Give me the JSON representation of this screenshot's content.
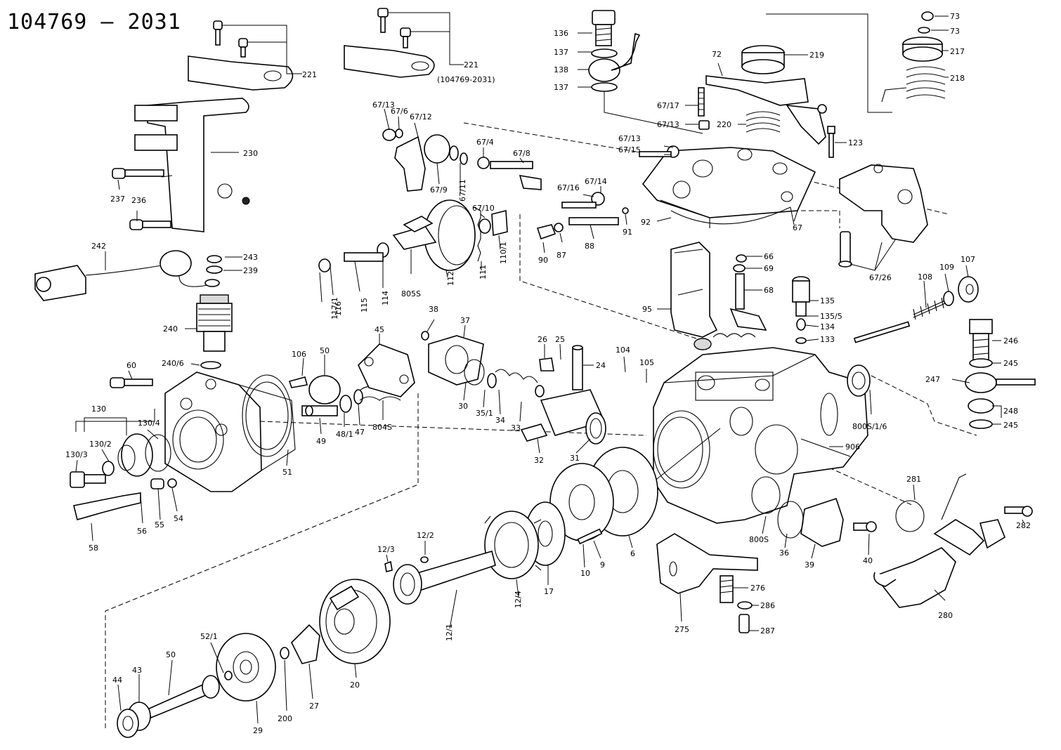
{
  "title": "104769 — 2031",
  "labels": [
    {
      "id": "221a",
      "text": "221"
    },
    {
      "id": "221b",
      "text": "221"
    },
    {
      "id": "sub",
      "text": "(104769-2031)"
    },
    {
      "id": "230",
      "text": "230"
    },
    {
      "id": "237",
      "text": "237"
    },
    {
      "id": "236",
      "text": "236"
    },
    {
      "id": "242",
      "text": "242"
    },
    {
      "id": "243",
      "text": "243"
    },
    {
      "id": "239",
      "text": "239"
    },
    {
      "id": "240",
      "text": "240"
    },
    {
      "id": "240_6",
      "text": "240/6"
    },
    {
      "id": "60",
      "text": "60"
    },
    {
      "id": "130",
      "text": "130"
    },
    {
      "id": "130_4",
      "text": "130/4"
    },
    {
      "id": "130_2",
      "text": "130/2"
    },
    {
      "id": "130_3",
      "text": "130/3"
    },
    {
      "id": "58",
      "text": "58"
    },
    {
      "id": "56",
      "text": "56"
    },
    {
      "id": "55",
      "text": "55"
    },
    {
      "id": "54",
      "text": "54"
    },
    {
      "id": "51",
      "text": "51"
    },
    {
      "id": "106",
      "text": "106"
    },
    {
      "id": "50a",
      "text": "50"
    },
    {
      "id": "45",
      "text": "45"
    },
    {
      "id": "49",
      "text": "49"
    },
    {
      "id": "48_1",
      "text": "48/1"
    },
    {
      "id": "47",
      "text": "47"
    },
    {
      "id": "804S",
      "text": "804S"
    },
    {
      "id": "117_1",
      "text": "117/1"
    },
    {
      "id": "116",
      "text": "116"
    },
    {
      "id": "115",
      "text": "115"
    },
    {
      "id": "114",
      "text": "114"
    },
    {
      "id": "805S",
      "text": "805S"
    },
    {
      "id": "112",
      "text": "112"
    },
    {
      "id": "111",
      "text": "111"
    },
    {
      "id": "110_1",
      "text": "110/1"
    },
    {
      "id": "67_10",
      "text": "67/10"
    },
    {
      "id": "67_13a",
      "text": "67/13"
    },
    {
      "id": "67_6",
      "text": "67/6"
    },
    {
      "id": "67_12",
      "text": "67/12"
    },
    {
      "id": "67_9",
      "text": "67/9"
    },
    {
      "id": "67_11",
      "text": "67/11"
    },
    {
      "id": "67_4",
      "text": "67/4"
    },
    {
      "id": "67_8",
      "text": "67/8"
    },
    {
      "id": "136",
      "text": "136"
    },
    {
      "id": "137a",
      "text": "137"
    },
    {
      "id": "138",
      "text": "138"
    },
    {
      "id": "137b",
      "text": "137"
    },
    {
      "id": "67_17",
      "text": "67/17"
    },
    {
      "id": "67_13b",
      "text": "67/13"
    },
    {
      "id": "67_13c",
      "text": "67/13"
    },
    {
      "id": "67_15",
      "text": "67/15"
    },
    {
      "id": "67_16",
      "text": "67/16"
    },
    {
      "id": "67_14",
      "text": "67/14"
    },
    {
      "id": "90",
      "text": "90"
    },
    {
      "id": "87",
      "text": "87"
    },
    {
      "id": "88",
      "text": "88"
    },
    {
      "id": "91",
      "text": "91"
    },
    {
      "id": "92",
      "text": "92"
    },
    {
      "id": "67",
      "text": "67"
    },
    {
      "id": "72",
      "text": "72"
    },
    {
      "id": "219",
      "text": "219"
    },
    {
      "id": "220",
      "text": "220"
    },
    {
      "id": "123",
      "text": "123"
    },
    {
      "id": "73a",
      "text": "73"
    },
    {
      "id": "73b",
      "text": "73"
    },
    {
      "id": "217",
      "text": "217"
    },
    {
      "id": "218",
      "text": "218"
    },
    {
      "id": "67_26",
      "text": "67/26"
    },
    {
      "id": "66",
      "text": "66"
    },
    {
      "id": "69",
      "text": "69"
    },
    {
      "id": "68",
      "text": "68"
    },
    {
      "id": "95",
      "text": "95"
    },
    {
      "id": "135",
      "text": "135"
    },
    {
      "id": "135_5",
      "text": "135/5"
    },
    {
      "id": "134",
      "text": "134"
    },
    {
      "id": "133",
      "text": "133"
    },
    {
      "id": "108",
      "text": "108"
    },
    {
      "id": "109",
      "text": "109"
    },
    {
      "id": "107",
      "text": "107"
    },
    {
      "id": "246",
      "text": "246"
    },
    {
      "id": "245a",
      "text": "245"
    },
    {
      "id": "247",
      "text": "247"
    },
    {
      "id": "248",
      "text": "248"
    },
    {
      "id": "245b",
      "text": "245"
    },
    {
      "id": "800S_1_6",
      "text": "800S/1/6"
    },
    {
      "id": "906",
      "text": "906"
    },
    {
      "id": "281",
      "text": "281"
    },
    {
      "id": "282",
      "text": "282"
    },
    {
      "id": "280",
      "text": "280"
    },
    {
      "id": "38",
      "text": "38"
    },
    {
      "id": "37",
      "text": "37"
    },
    {
      "id": "30",
      "text": "30"
    },
    {
      "id": "35_1",
      "text": "35/1"
    },
    {
      "id": "34",
      "text": "34"
    },
    {
      "id": "33",
      "text": "33"
    },
    {
      "id": "32",
      "text": "32"
    },
    {
      "id": "31",
      "text": "31"
    },
    {
      "id": "26",
      "text": "26"
    },
    {
      "id": "25",
      "text": "25"
    },
    {
      "id": "24",
      "text": "24"
    },
    {
      "id": "104",
      "text": "104"
    },
    {
      "id": "105",
      "text": "105"
    },
    {
      "id": "800S",
      "text": "800S"
    },
    {
      "id": "36",
      "text": "36"
    },
    {
      "id": "39",
      "text": "39"
    },
    {
      "id": "40",
      "text": "40"
    },
    {
      "id": "276",
      "text": "276"
    },
    {
      "id": "286",
      "text": "286"
    },
    {
      "id": "287",
      "text": "287"
    },
    {
      "id": "275",
      "text": "275"
    },
    {
      "id": "6",
      "text": "6"
    },
    {
      "id": "9",
      "text": "9"
    },
    {
      "id": "10",
      "text": "10"
    },
    {
      "id": "17",
      "text": "17"
    },
    {
      "id": "12_4",
      "text": "12/4"
    },
    {
      "id": "12_2",
      "text": "12/2"
    },
    {
      "id": "12_3",
      "text": "12/3"
    },
    {
      "id": "12_1",
      "text": "12/1"
    },
    {
      "id": "20",
      "text": "20"
    },
    {
      "id": "27",
      "text": "27"
    },
    {
      "id": "200",
      "text": "200"
    },
    {
      "id": "29",
      "text": "29"
    },
    {
      "id": "52_1",
      "text": "52/1"
    },
    {
      "id": "50b",
      "text": "50"
    },
    {
      "id": "43",
      "text": "43"
    },
    {
      "id": "44",
      "text": "44"
    }
  ]
}
